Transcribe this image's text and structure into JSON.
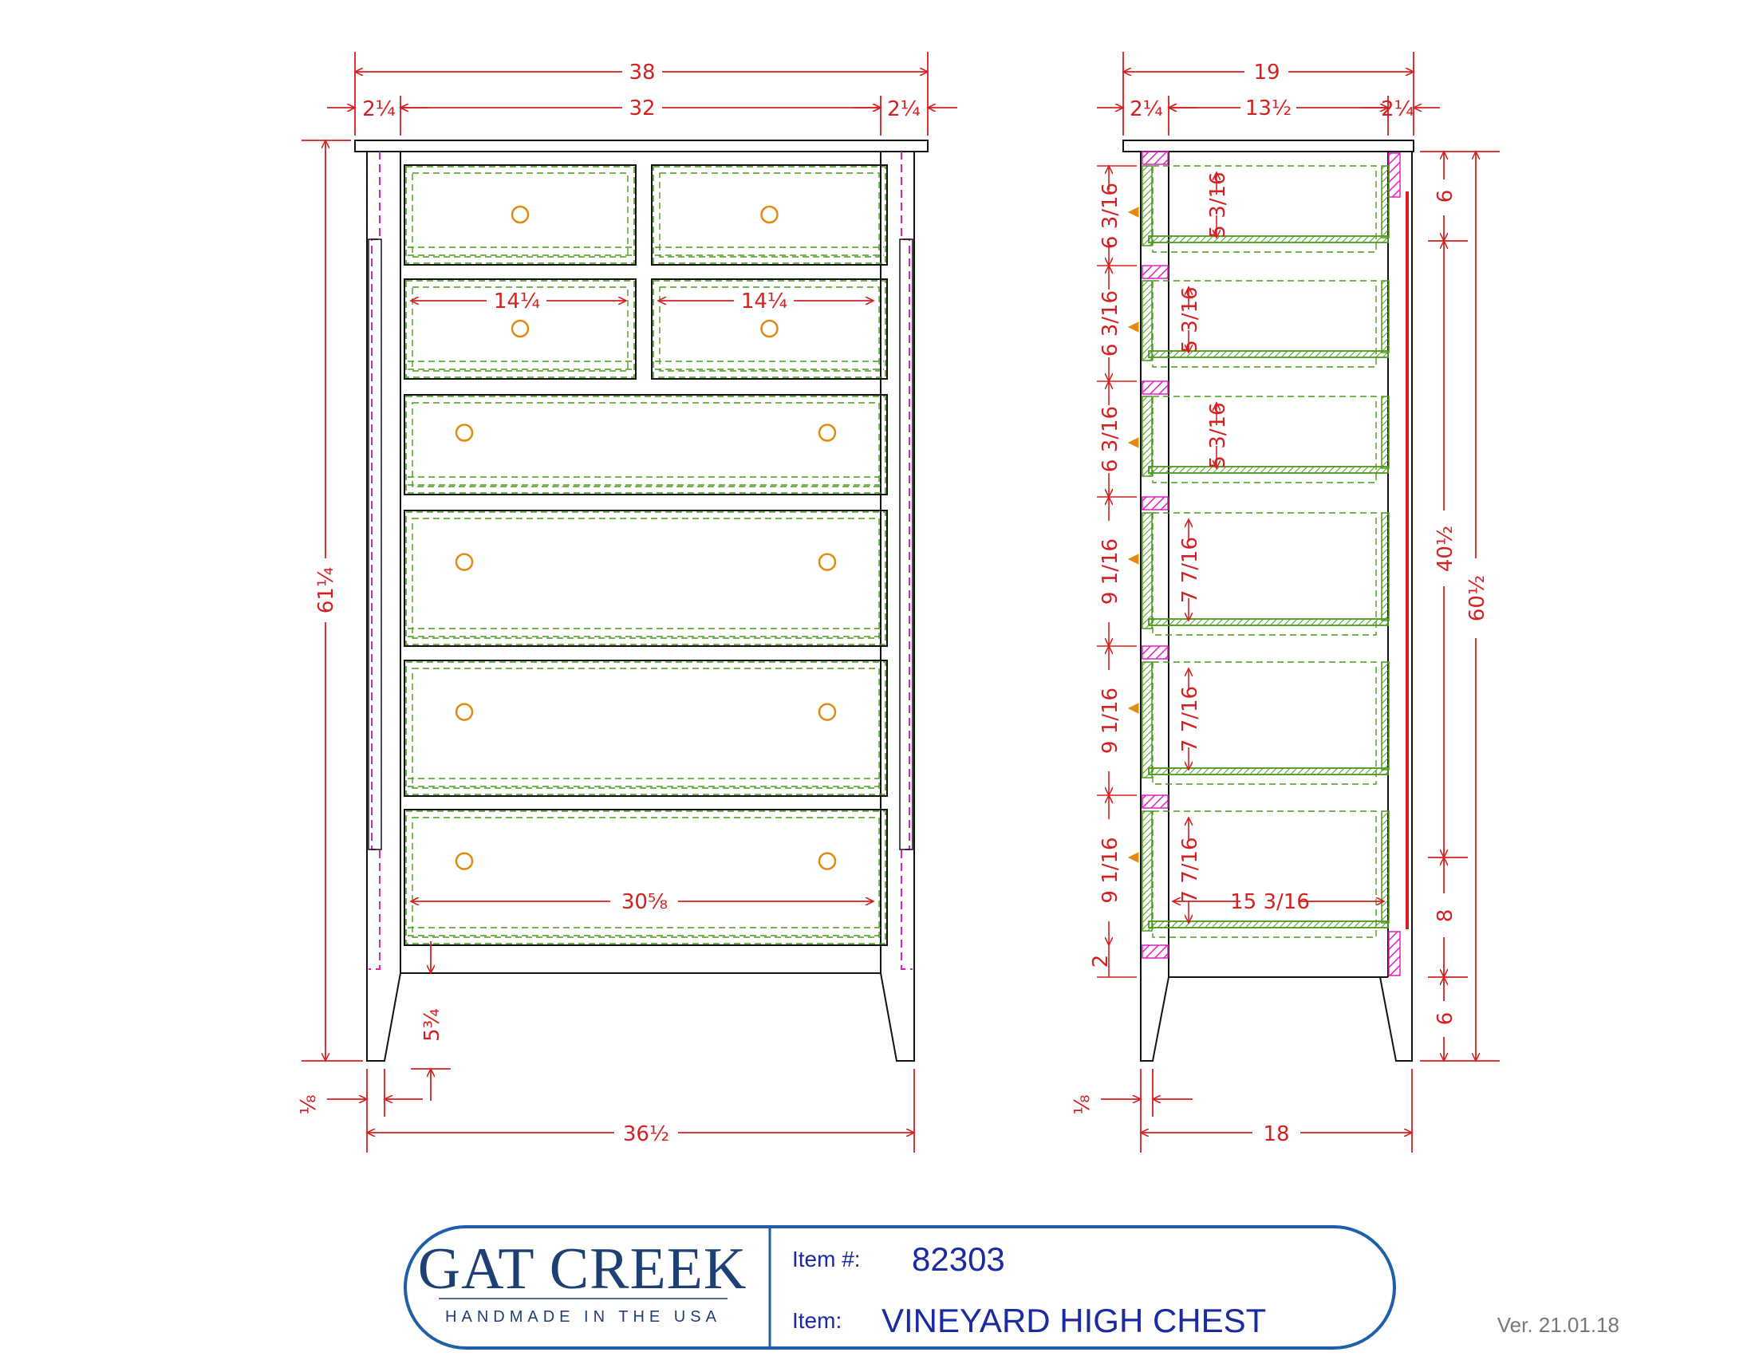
{
  "colors": {
    "dimension": "#d42020",
    "hidden_line": "#4a9a1a",
    "hatch": "#e020c0",
    "knob": "#e08a10",
    "outline": "#111111",
    "title_border": "#1f5ea8",
    "title_text": "#1a2aa0",
    "logo": "#1e3f73",
    "version": "#777777"
  },
  "front": {
    "overall_width": "38",
    "top_overhang_left": "2¼",
    "case_inner_width": "32",
    "top_overhang_right": "2¼",
    "overall_height": "61¼",
    "drawer_width_left": "14¼",
    "drawer_width_right": "14¼",
    "drawer_box_width": "30⅝",
    "leg_height": "5¾",
    "leg_taper": "⅛",
    "leg_span": "36½"
  },
  "side": {
    "overall_depth": "19",
    "front_overhang": "2¼",
    "interior": "13½",
    "back_overhang": "2¼",
    "drawer_openings": [
      "6 3/16",
      "6 3/16",
      "6 3/16",
      "9 1/16",
      "9 1/16",
      "9 1/16"
    ],
    "drawer_box_heights": [
      "5 3/16",
      "5 3/16",
      "5 3/16",
      "7 7/16",
      "7 7/16",
      "7 7/16"
    ],
    "bottom_rail": "2",
    "drawer_box_depth": "15 3/16",
    "seg_top": "6",
    "seg_case": "40½",
    "seg_lower": "8",
    "seg_legs": "6",
    "total_height": "60½",
    "leg_taper": "⅛",
    "base_depth": "18"
  },
  "titleblock": {
    "logo_name": "GAT CREEK",
    "logo_tagline": "HANDMADE IN THE USA",
    "item_no_label": "Item #:",
    "item_no": "82303",
    "item_label": "Item:",
    "item_name": "VINEYARD HIGH CHEST",
    "version": "Ver. 21.01.18"
  }
}
